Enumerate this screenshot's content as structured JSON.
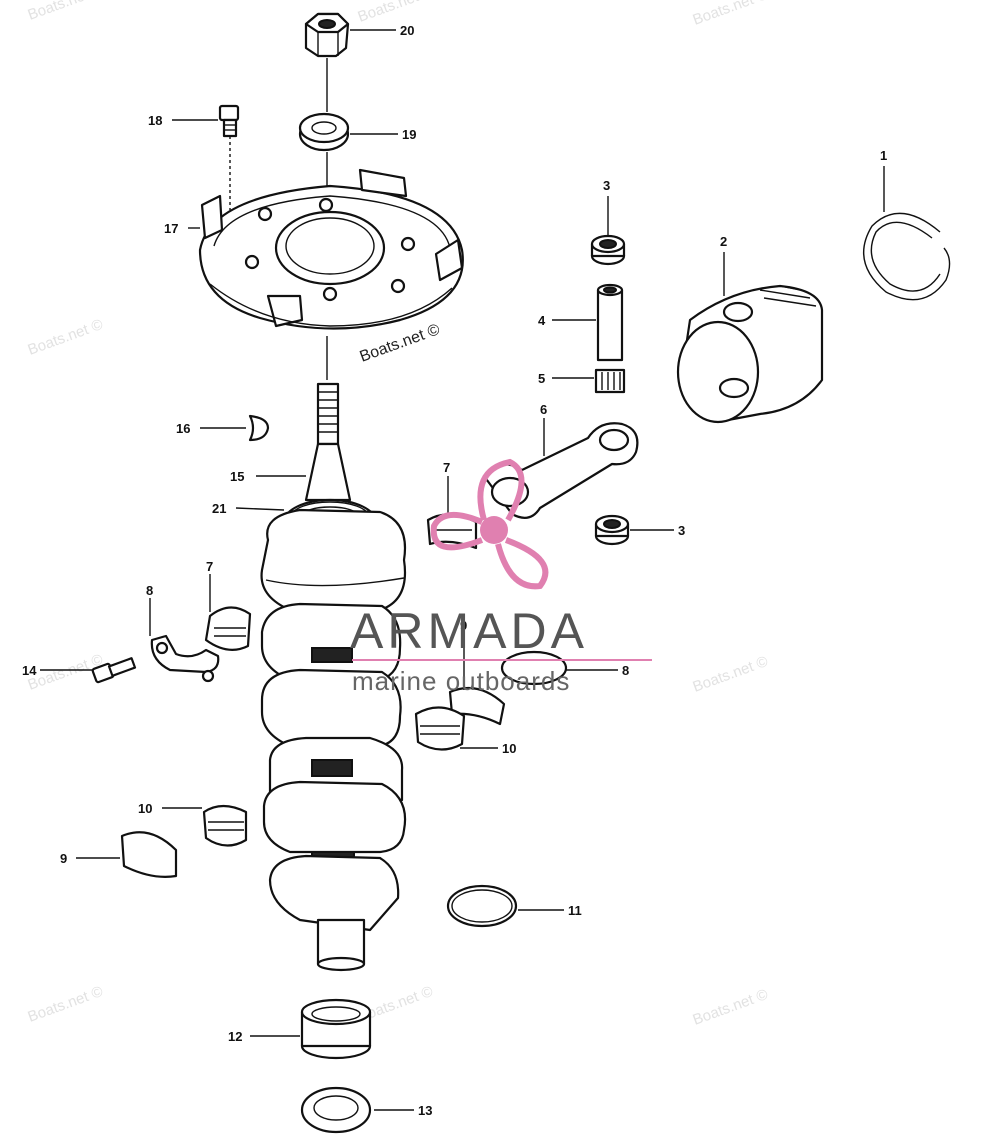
{
  "watermark_text": "Boats.net ©",
  "logo": {
    "name": "ARMADA",
    "tagline": "marine outboards",
    "accent_color": "#e080b0"
  },
  "callouts": [
    "1",
    "2",
    "3",
    "4",
    "5",
    "6",
    "7",
    "8",
    "9",
    "10",
    "11",
    "12",
    "13",
    "14",
    "15",
    "16",
    "17",
    "18",
    "19",
    "20",
    "21"
  ],
  "colors": {
    "ink": "#111111",
    "watermark": "#e2e2e2",
    "background": "#ffffff"
  }
}
